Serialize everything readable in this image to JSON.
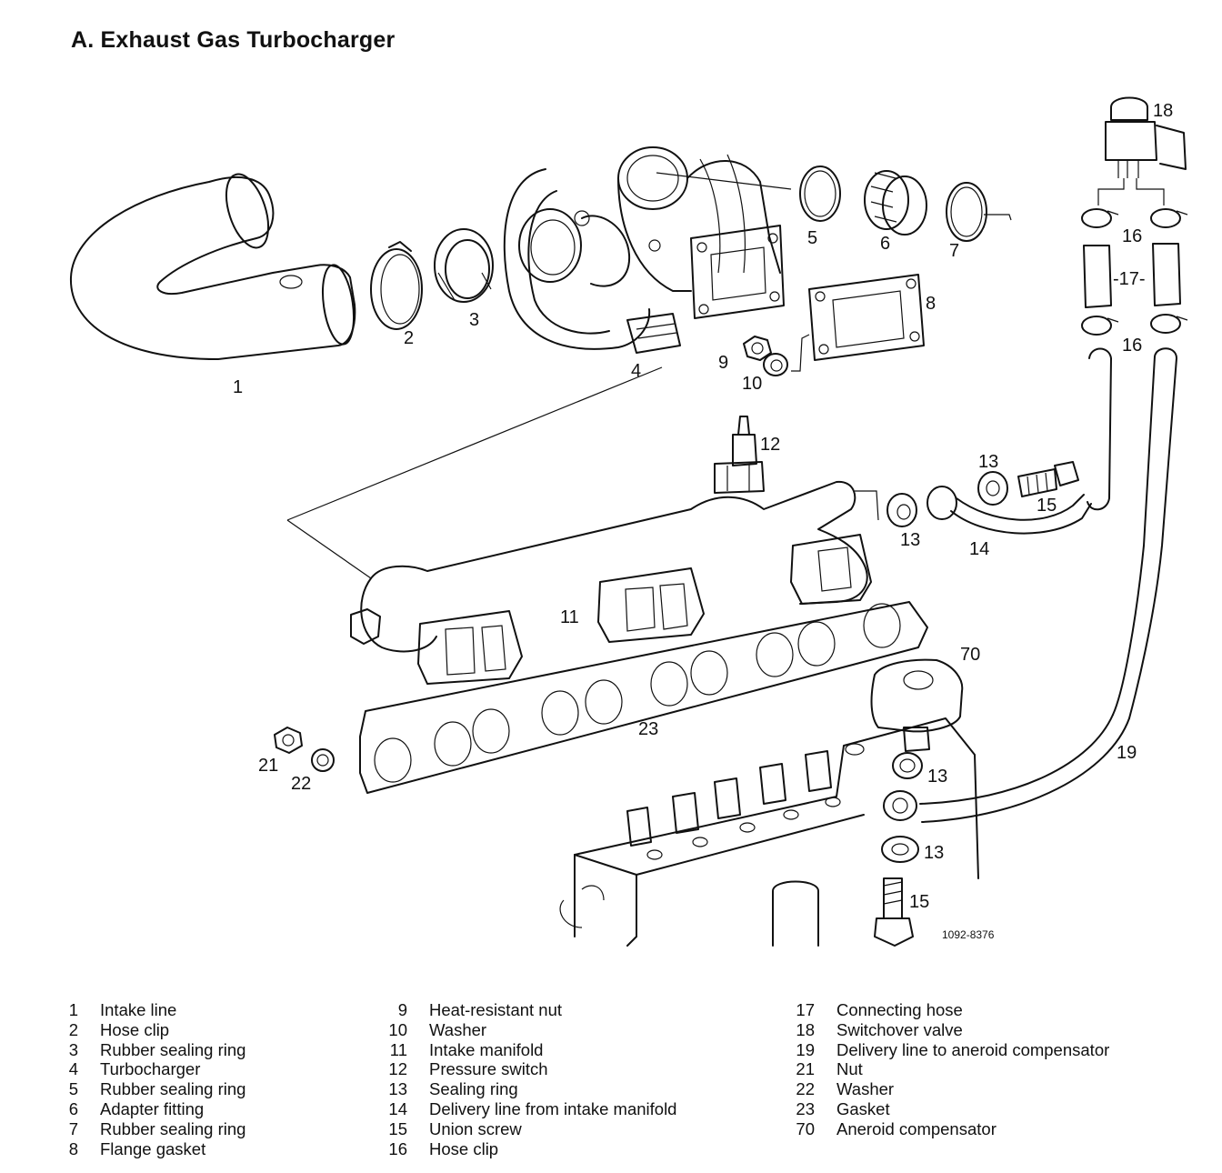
{
  "title": "A. Exhaust Gas Turbocharger",
  "figure_ref": "1092-8376",
  "callouts": {
    "c1": "1",
    "c2": "2",
    "c3": "3",
    "c4": "4",
    "c5": "5",
    "c6": "6",
    "c7": "7",
    "c8": "8",
    "c9": "9",
    "c10": "10",
    "c11": "11",
    "c12": "12",
    "c13a": "13",
    "c13b": "13",
    "c13c": "13",
    "c13d": "13",
    "c14": "14",
    "c15a": "15",
    "c15b": "15",
    "c16a": "16",
    "c16b": "16",
    "c17": "-17-",
    "c18": "18",
    "c19": "19",
    "c21": "21",
    "c22": "22",
    "c23": "23",
    "c70": "70"
  },
  "legend": {
    "col1": [
      {
        "num": "1",
        "label": "Intake line"
      },
      {
        "num": "2",
        "label": "Hose clip"
      },
      {
        "num": "3",
        "label": "Rubber sealing ring"
      },
      {
        "num": "4",
        "label": "Turbocharger"
      },
      {
        "num": "5",
        "label": "Rubber sealing ring"
      },
      {
        "num": "6",
        "label": "Adapter fitting"
      },
      {
        "num": "7",
        "label": "Rubber sealing ring"
      },
      {
        "num": "8",
        "label": "Flange gasket"
      }
    ],
    "col2": [
      {
        "num": "9",
        "label": "Heat-resistant nut"
      },
      {
        "num": "10",
        "label": "Washer"
      },
      {
        "num": "11",
        "label": "Intake manifold"
      },
      {
        "num": "12",
        "label": "Pressure switch"
      },
      {
        "num": "13",
        "label": "Sealing ring"
      },
      {
        "num": "14",
        "label": "Delivery line from intake manifold"
      },
      {
        "num": "15",
        "label": "Union screw"
      },
      {
        "num": "16",
        "label": "Hose clip"
      }
    ],
    "col3": [
      {
        "num": "17",
        "label": "Connecting hose"
      },
      {
        "num": "18",
        "label": "Switchover valve"
      },
      {
        "num": "19",
        "label": "Delivery line to aneroid compensator"
      },
      {
        "num": "21",
        "label": "Nut"
      },
      {
        "num": "22",
        "label": "Washer"
      },
      {
        "num": "23",
        "label": "Gasket"
      },
      {
        "num": "70",
        "label": "Aneroid compensator"
      }
    ]
  }
}
